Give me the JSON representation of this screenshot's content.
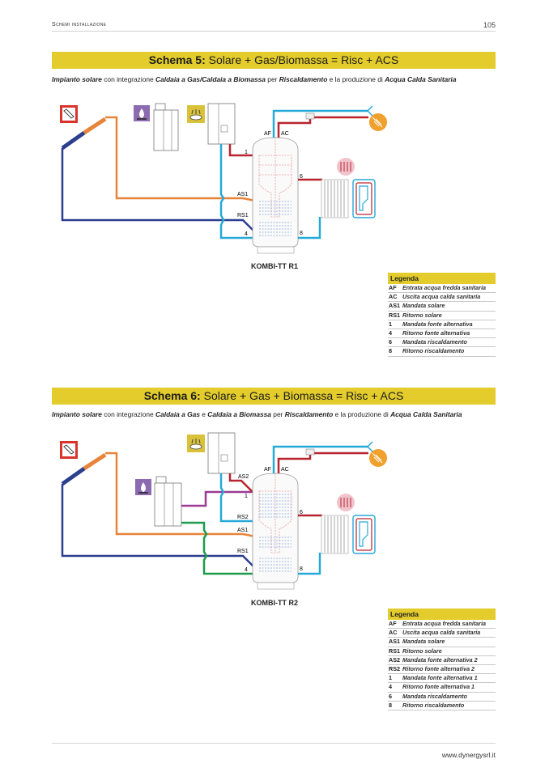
{
  "header": {
    "section": "Schemi installazione",
    "page_number": "105"
  },
  "footer": {
    "website": "www.dynergysrl.it"
  },
  "schemes": [
    {
      "title_bold": "Schema 5:",
      "title_rest": " Solare + Gas/Biomassa = Risc + ACS",
      "subtitle": [
        {
          "t": "Impianto solare",
          "em": true
        },
        {
          "t": " con integrazione ",
          "em": false
        },
        {
          "t": "Caldaia a Gas/Caldaia a Biomassa",
          "em": true
        },
        {
          "t": " per ",
          "em": false
        },
        {
          "t": "Riscaldamento",
          "em": true
        },
        {
          "t": " e la produzione di ",
          "em": false
        },
        {
          "t": "Acqua Calda Sanitaria",
          "em": true
        }
      ],
      "model": "KOMBI-TT R1",
      "labels": {
        "af": "AF",
        "ac": "AC",
        "as1": "AS1",
        "rs1": "RS1",
        "p1": "1",
        "p4": "4",
        "p6": "6",
        "p8": "8"
      },
      "legend_title": "Legenda",
      "legend": [
        {
          "code": "AF",
          "desc": "Entrata acqua fredda sanitaria"
        },
        {
          "code": "AC",
          "desc": "Uscita acqua calda sanitaria"
        },
        {
          "code": "AS1",
          "desc": "Mandata solare"
        },
        {
          "code": "RS1",
          "desc": "Ritorno solare"
        },
        {
          "code": "1",
          "desc": "Mandata fonte alternativa"
        },
        {
          "code": "4",
          "desc": "Ritorno fonte alternativa"
        },
        {
          "code": "6",
          "desc": "Mandata riscaldamento"
        },
        {
          "code": "8",
          "desc": "Ritorno riscaldamento"
        }
      ]
    },
    {
      "title_bold": "Schema 6:",
      "title_rest": " Solare + Gas + Biomassa = Risc + ACS",
      "subtitle": [
        {
          "t": "Impianto solare",
          "em": true
        },
        {
          "t": " con integrazione ",
          "em": false
        },
        {
          "t": "Caldaia a Gas",
          "em": true
        },
        {
          "t": " e ",
          "em": false
        },
        {
          "t": "Caldaia a Biomassa",
          "em": true
        },
        {
          "t": " per ",
          "em": false
        },
        {
          "t": "Riscaldamento",
          "em": true
        },
        {
          "t": " e la produzione di ",
          "em": false
        },
        {
          "t": "Acqua Calda Sanitaria",
          "em": true
        }
      ],
      "model": "KOMBI-TT R2",
      "labels": {
        "af": "AF",
        "ac": "AC",
        "as1": "AS1",
        "rs1": "RS1",
        "as2": "AS2",
        "rs2": "RS2",
        "p1": "1",
        "p4": "4",
        "p6": "6",
        "p8": "8"
      },
      "legend_title": "Legenda",
      "legend": [
        {
          "code": "AF",
          "desc": "Entrata acqua fredda sanitaria"
        },
        {
          "code": "AC",
          "desc": "Uscita acqua calda sanitaria"
        },
        {
          "code": "AS1",
          "desc": "Mandata solare"
        },
        {
          "code": "RS1",
          "desc": "Ritorno solare"
        },
        {
          "code": "AS2",
          "desc": "Mandata fonte alternativa 2"
        },
        {
          "code": "RS2",
          "desc": "Ritorno fonte alternativa 2"
        },
        {
          "code": "1",
          "desc": "Mandata fonte alternativa 1"
        },
        {
          "code": "4",
          "desc": "Ritorno fonte alternativa 1"
        },
        {
          "code": "6",
          "desc": "Mandata riscaldamento"
        },
        {
          "code": "8",
          "desc": "Ritorno riscaldamento"
        }
      ]
    }
  ],
  "colors": {
    "banner": "#e3cc2c",
    "solar_flow": "#e8833a",
    "solar_return": "#2b3f8f",
    "cold_water": "#27a9d8",
    "hot_water": "#b8232f",
    "biomass_flow": "#9b3a96",
    "biomass_return": "#1f9a4a"
  }
}
